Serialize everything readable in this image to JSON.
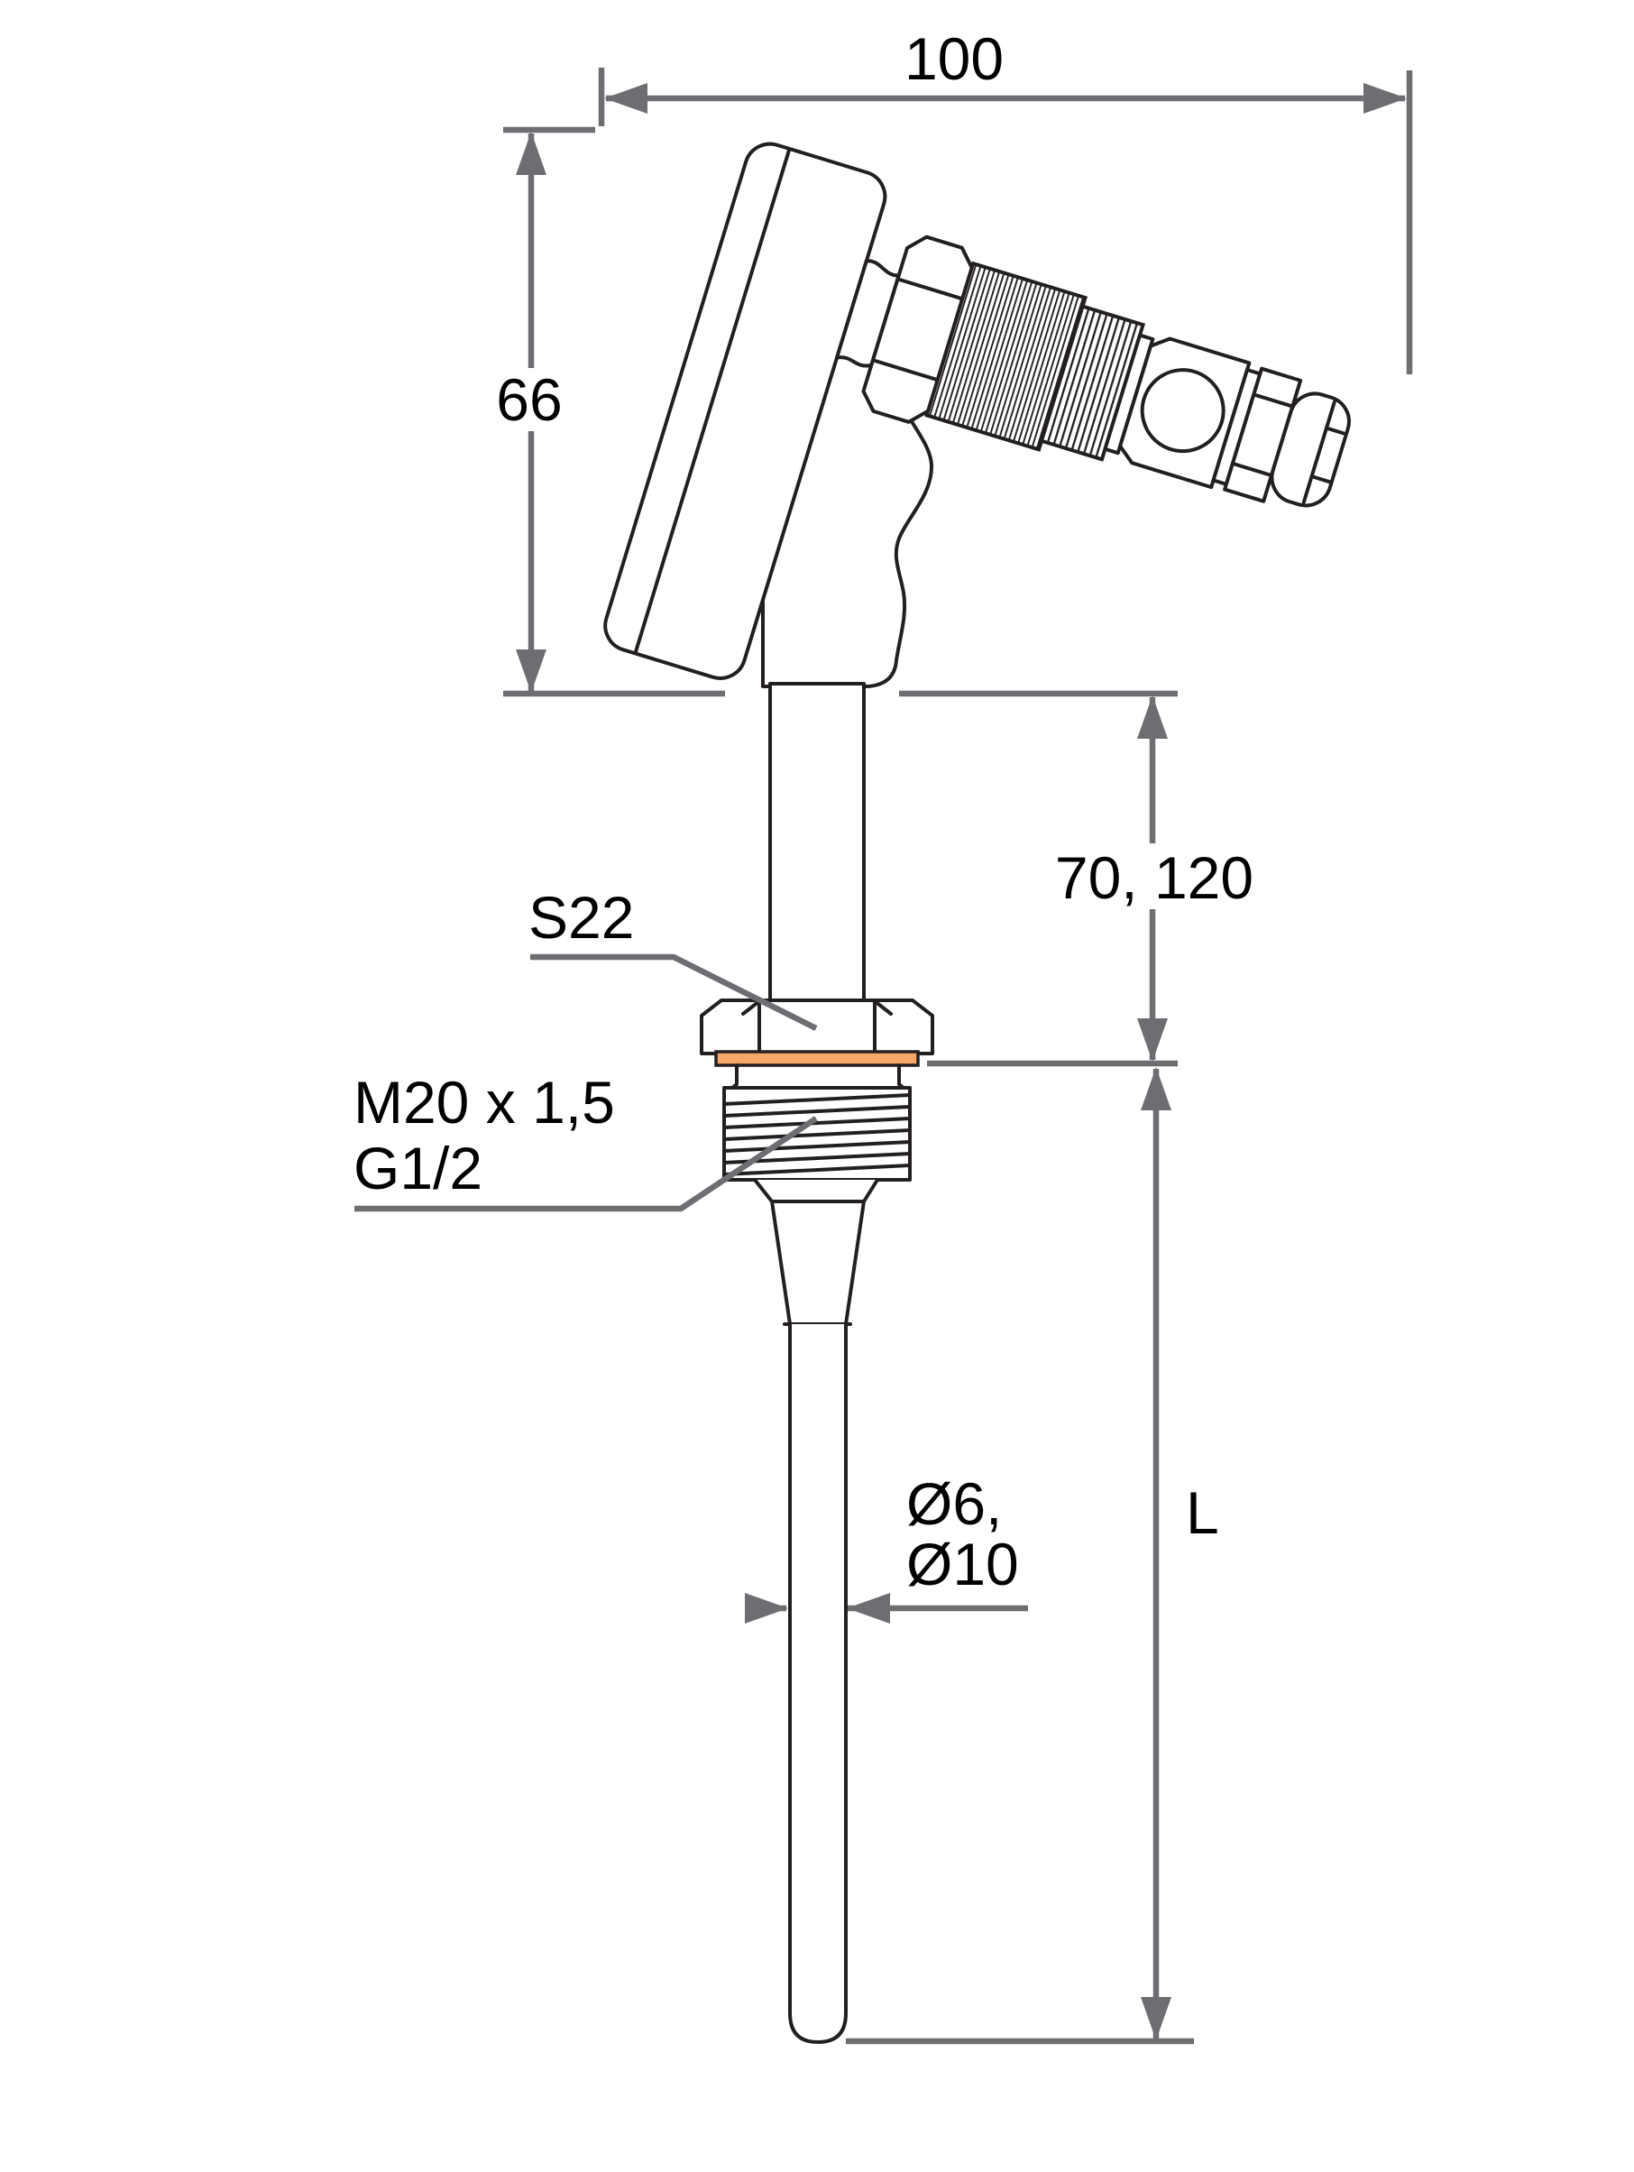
{
  "drawing": {
    "type": "technical dimension drawing",
    "subject": "screw-in temperature sensor with connection head, side view"
  },
  "colors": {
    "outline": "#231F20",
    "dimension_lines": "#6D6E71",
    "text": "#000000",
    "gasket": "#F7A866",
    "background": "#FFFFFF"
  },
  "dimensions": {
    "head_width": "100",
    "head_height": "66",
    "neck_length": "70, 120",
    "insertion_length": "L",
    "probe_diameter_line1": "Ø6,",
    "probe_diameter_line2": "Ø10"
  },
  "labels": {
    "wrench_size": "S22",
    "thread_line1": "M20 x 1,5",
    "thread_line2": "G1/2"
  }
}
